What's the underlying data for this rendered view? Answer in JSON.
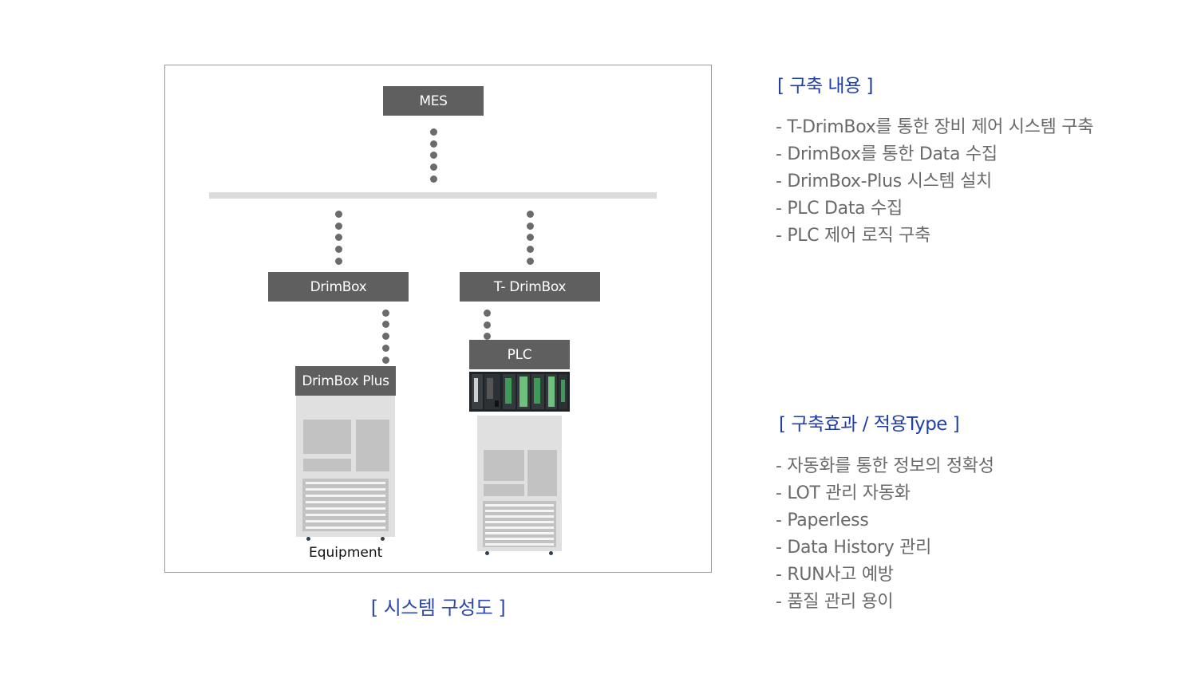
{
  "diagram": {
    "nodes": {
      "mes": "MES",
      "drimbox": "DrimBox",
      "t_drimbox": "T- DrimBox",
      "drimbox_plus": "DrimBox Plus",
      "plc": "PLC"
    },
    "equipment_label": "Equipment",
    "caption": "[ 시스템 구성도 ]"
  },
  "build": {
    "title": "[ 구축 내용 ]",
    "items": [
      "- T-DrimBox를 통한 장비 제어 시스템 구축",
      "- DrimBox를 통한 Data 수집",
      "- DrimBox-Plus 시스템 설치",
      "- PLC Data 수집",
      "- PLC 제어 로직 구축"
    ]
  },
  "effects": {
    "title": "[ 구축효과 / 적용Type ]",
    "items": [
      "- 자동화를 통한 정보의 정확성",
      "- LOT 관리 자동화",
      "- Paperless",
      "- Data History 관리",
      "- RUN사고 예방",
      "- 품질 관리 용이"
    ]
  }
}
